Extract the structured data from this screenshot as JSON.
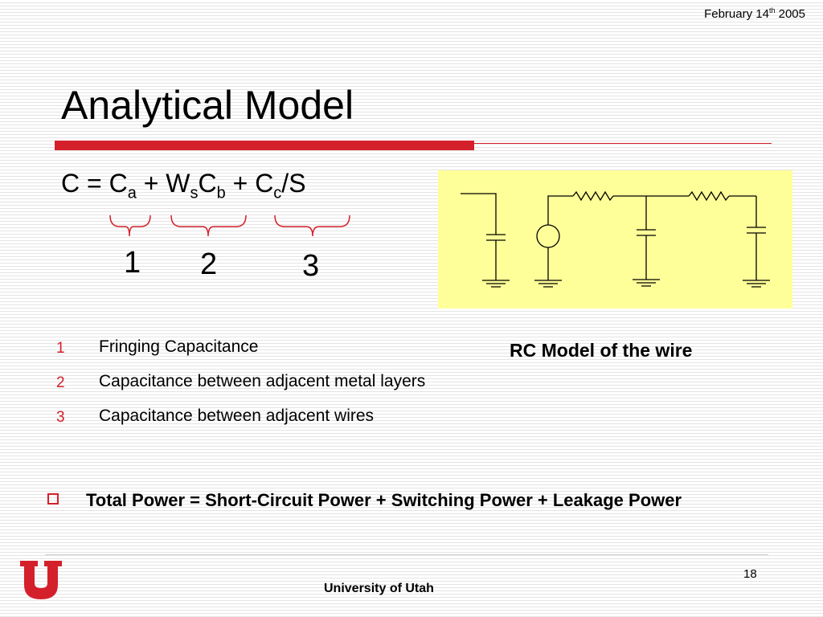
{
  "header": {
    "date_prefix": "February 14",
    "date_sup": "th",
    "date_year": " 2005"
  },
  "title": "Analytical Model",
  "formula": {
    "c": "C = C",
    "sub_a": "a",
    "plus_w": " + W",
    "sub_s": "s",
    "c2": "C",
    "sub_b": "b",
    "plus_c": " + C",
    "sub_c": "c",
    "tail": "/S"
  },
  "term_numbers": [
    "1",
    "2",
    "3"
  ],
  "circuit_caption": "RC Model of the wire",
  "list": [
    {
      "num": "1",
      "text": "Fringing Capacitance"
    },
    {
      "num": "2",
      "text": "Capacitance between adjacent metal layers"
    },
    {
      "num": "3",
      "text": "Capacitance between adjacent wires"
    }
  ],
  "bullet": "Total Power = Short-Circuit Power + Switching Power + Leakage Power",
  "footer": {
    "page": "18",
    "university": "University of Utah"
  },
  "colors": {
    "accent_red": "#d4202a",
    "circuit_bg": "#ffff99"
  }
}
